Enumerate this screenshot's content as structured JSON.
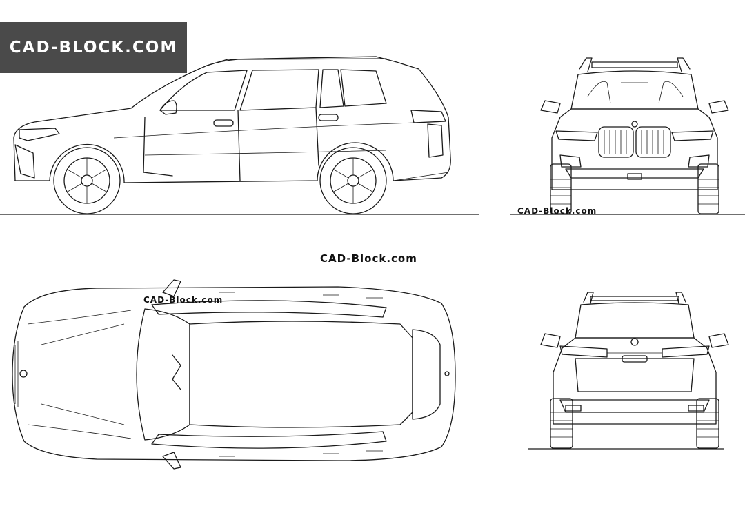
{
  "banner": {
    "text": "CAD-BLOCK.COM"
  },
  "watermarks": {
    "front_view": "CAD-Block.com",
    "center": "CAD-Block.com",
    "top_view": "CAD-Block.com"
  },
  "views": [
    "side-view",
    "front-view",
    "top-view",
    "rear-view"
  ],
  "colors": {
    "line": "#1a1a1a",
    "banner_bg": "#4a4a4a",
    "banner_text": "#ffffff",
    "background": "#ffffff"
  }
}
